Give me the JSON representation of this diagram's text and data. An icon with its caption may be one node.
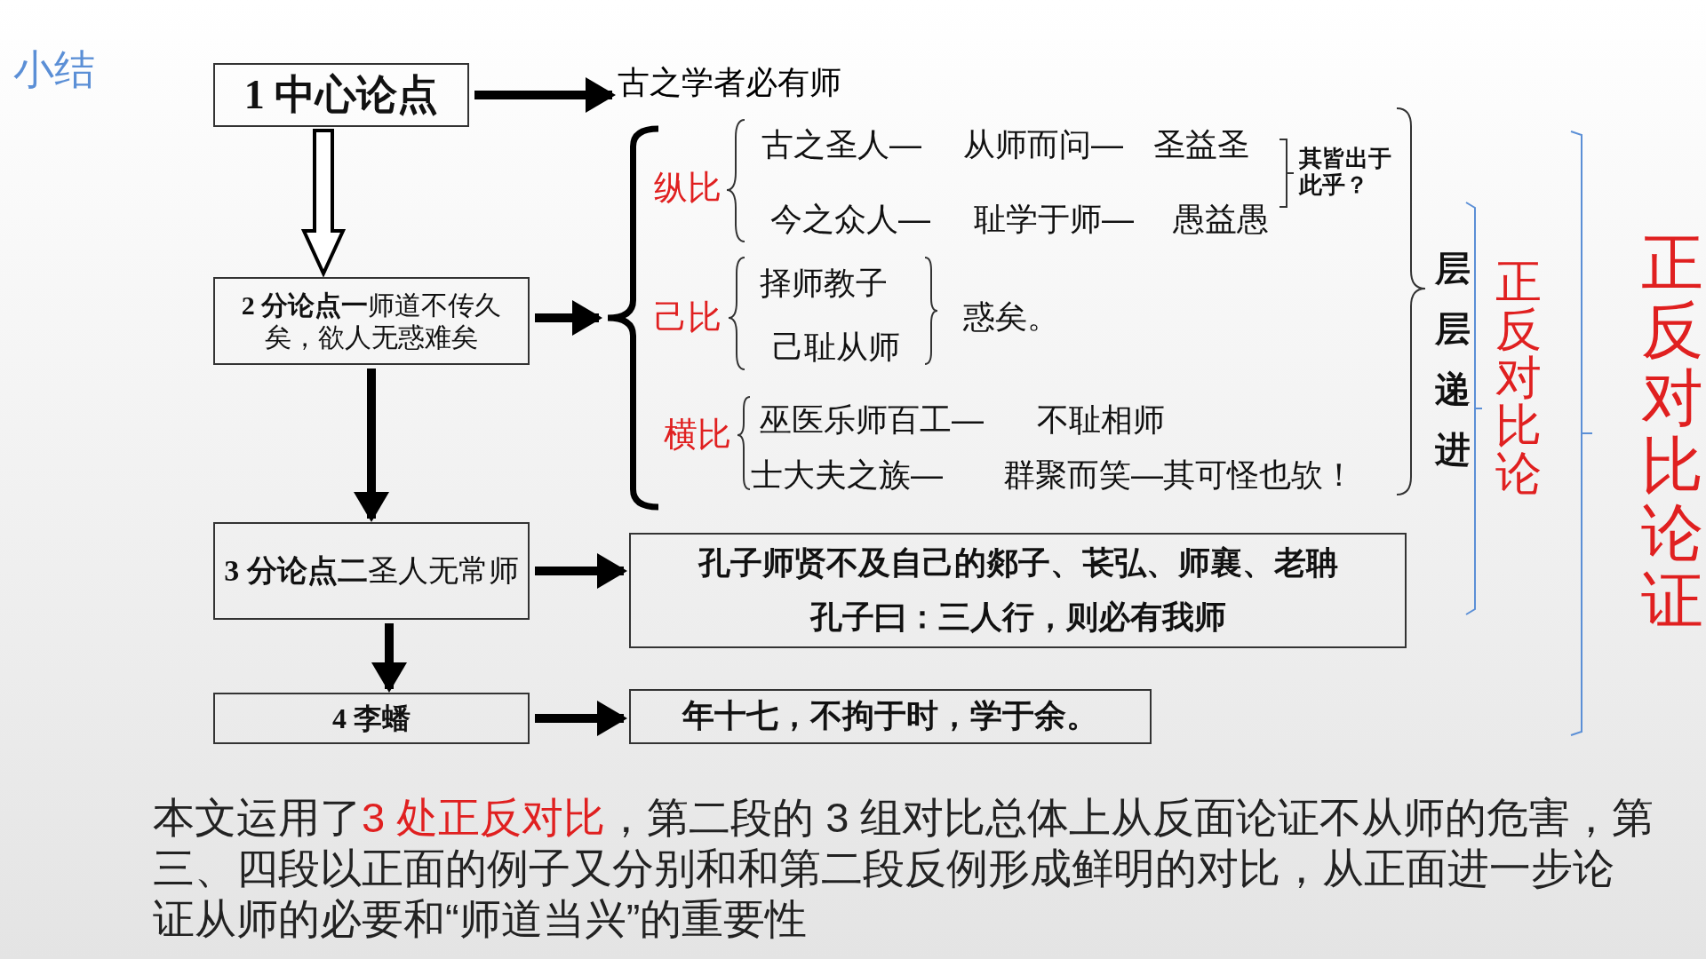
{
  "diagram": {
    "nodes": [
      {
        "text": [
          "1 中心论点"
        ]
      },
      {
        "text": [
          "古之学者必有师"
        ]
      },
      {
        "text": [
          "**2 分论点一**师道不传久矣，欲人无惑难矣"
        ]
      },
      {
        "text": [],
        "shape": "brace"
      },
      {
        "text": [
          "**3 分论点二**圣人无常师"
        ]
      },
      {
        "text": [
          "孔子师贤不及自己的郯子、苌弘、师襄、老聃",
          "孔子曰：三人行，则必有我师"
        ]
      },
      {
        "text": [
          "4 李蟠"
        ]
      },
      {
        "text": [
          "年十七，不拘于时，学于余。"
        ]
      }
    ],
    "edges": [
      {
        "from": 0,
        "to": 1,
        "arrow": "to"
      },
      {
        "from": 0,
        "to": 2,
        "arrow": "to"
      },
      {
        "from": 2,
        "to": 3,
        "arrow": "to"
      },
      {
        "from": 2,
        "to": 4,
        "arrow": "to"
      },
      {
        "from": 4,
        "to": 5,
        "arrow": "to"
      },
      {
        "from": 4,
        "to": 6,
        "arrow": "to"
      },
      {
        "from": 6,
        "to": 7,
        "arrow": "to"
      }
    ],
    "labels": [
      "小结",
      "纵比",
      "古之圣人—",
      "从师而问—",
      "圣益圣",
      "今之众人—",
      "耻学于师—",
      "愚益愚",
      "其皆出于此乎？",
      "己比",
      "择师教子",
      "己耻从师",
      "惑矣。",
      "横比",
      "巫医乐师百工—",
      "不耻相师",
      "士大夫之族—",
      "群聚而笑—其可怪也欤！",
      "层层递进",
      "正反对比论",
      "正反对比论证",
      "本文运用了",
      "3 处正反对比",
      "，第二段的 3 组对比总体上从反面论证不从师的危害，第三、四段以正面的例子又分别和和第二段反例形成鲜明的对比，从正面进一步论证从师的必要和“师道当兴”的重要性"
    ]
  }
}
